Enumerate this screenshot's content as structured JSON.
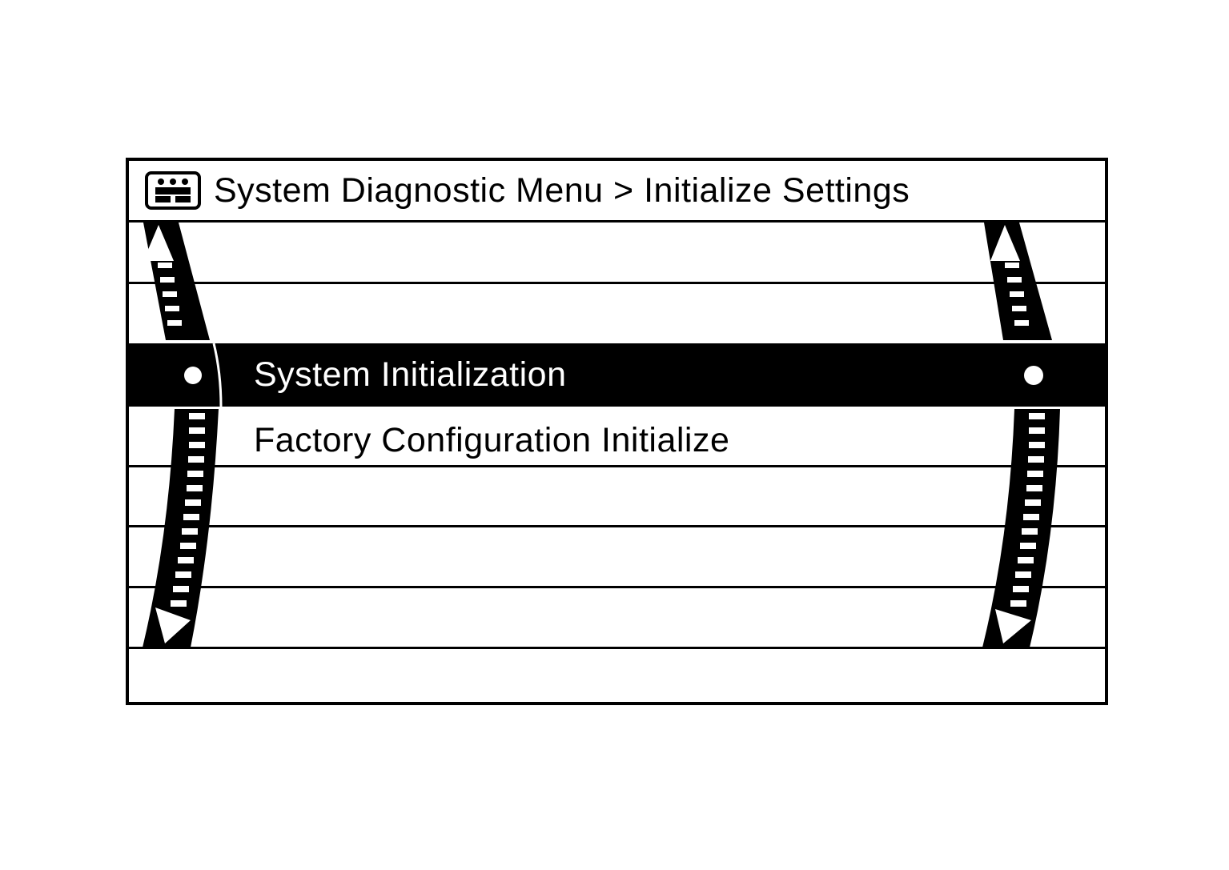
{
  "header": {
    "icon": "diagnostic-menu-icon",
    "title": "System Diagnostic Menu > Initialize Settings"
  },
  "menu": {
    "items": [
      {
        "label": "",
        "selected": false
      },
      {
        "label": "",
        "selected": false
      },
      {
        "label": "System Initialization",
        "selected": true
      },
      {
        "label": "Factory Configuration Initialize",
        "selected": false
      },
      {
        "label": "",
        "selected": false
      },
      {
        "label": "",
        "selected": false
      },
      {
        "label": "",
        "selected": false
      }
    ]
  },
  "scroll": {
    "left_icon": "scroll-arrows-icon",
    "right_icon": "scroll-arrows-icon"
  },
  "colors": {
    "foreground": "#000000",
    "background": "#ffffff",
    "highlight_text": "#ffffff"
  }
}
